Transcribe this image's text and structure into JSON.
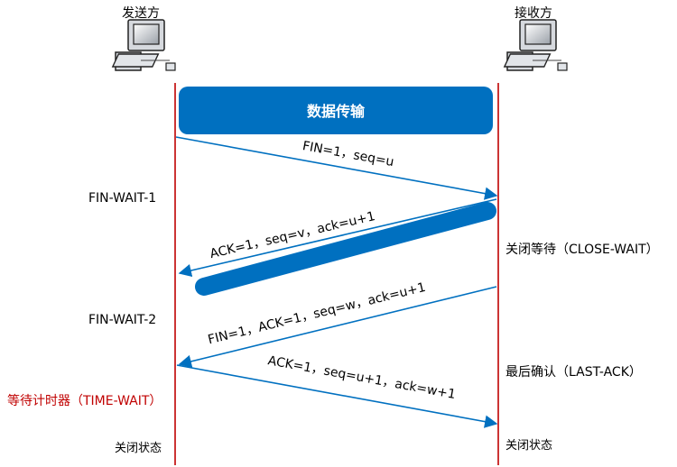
{
  "sender": {
    "label": "发送方",
    "icon": "computer-icon"
  },
  "receiver": {
    "label": "接收方",
    "icon": "computer-icon"
  },
  "data_transfer": {
    "label": "数据传输"
  },
  "messages": {
    "fin1": "FIN=1，seq=u",
    "ack1": "ACK=1，seq=v，ack=u+1",
    "fin2": "FIN=1，ACK=1，seq=w，ack=u+1",
    "ack2": "ACK=1，seq=u+1，ack=w+1"
  },
  "left_states": {
    "fin_wait_1": "FIN-WAIT-1",
    "fin_wait_2": "FIN-WAIT-2",
    "time_wait": "等待计时器（TIME-WAIT）",
    "closed": "关闭状态"
  },
  "right_states": {
    "close_wait": "关闭等待（CLOSE-WAIT）",
    "last_ack": "最后确认（LAST-ACK）",
    "closed": "关闭状态"
  },
  "colors": {
    "lifeline": "#c00000",
    "arrow": "#0070c0",
    "band": "#0070c0",
    "time_wait_text": "#c00000",
    "text": "#000000"
  }
}
